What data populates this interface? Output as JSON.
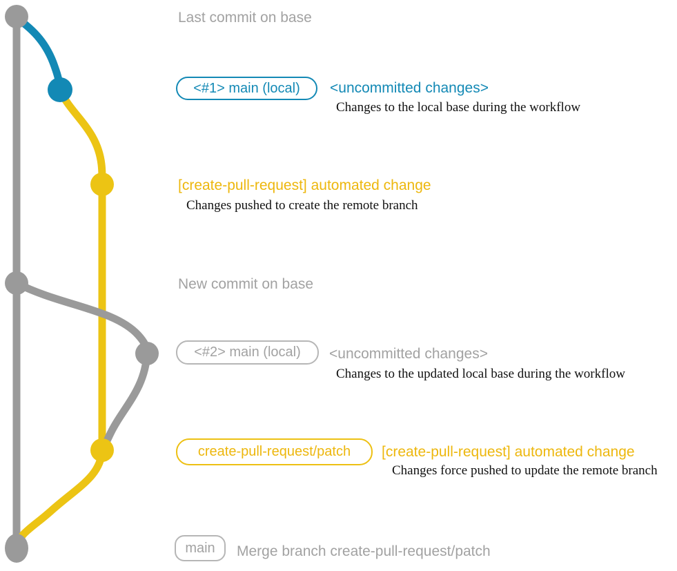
{
  "colors": {
    "gray_line": "#9a9a9a",
    "gray_text": "#a2a2a2",
    "gray_badge_border": "#b6b6b6",
    "blue": "#1389b5",
    "yellow_line": "#ecc414",
    "yellow_text": "#edb70d",
    "description_text": "#111111",
    "background": "#ffffff"
  },
  "graph": {
    "branches": [
      {
        "id": "base",
        "color": "gray"
      },
      {
        "id": "local-main",
        "color": "blue"
      },
      {
        "id": "create-pull-request-patch",
        "color": "yellow"
      }
    ],
    "commits": [
      {
        "id": "base-last-commit",
        "branch": "base",
        "color": "gray",
        "annotation": "Last commit on base"
      },
      {
        "id": "local-main-1",
        "branch": "local-main",
        "color": "blue",
        "badge": "<#1> main (local)"
      },
      {
        "id": "patch-commit-1",
        "branch": "create-pull-request-patch",
        "color": "yellow",
        "annotation": "[create-pull-request] automated change"
      },
      {
        "id": "base-new-commit",
        "branch": "base",
        "color": "gray",
        "annotation": "New commit on base"
      },
      {
        "id": "local-main-2",
        "branch": "local-main",
        "color": "gray",
        "badge": "<#2> main (local)"
      },
      {
        "id": "patch-commit-2",
        "branch": "create-pull-request-patch",
        "color": "yellow",
        "badge": "create-pull-request/patch"
      },
      {
        "id": "merge-commit",
        "branch": "base",
        "color": "gray",
        "badge": "main",
        "annotation": "Merge branch create-pull-request/patch"
      }
    ]
  },
  "rows": {
    "row1": {
      "note": "Last commit on base"
    },
    "row2": {
      "badge": "<#1> main (local)",
      "title": "<uncommitted changes>",
      "description": "Changes to the local base during the workflow"
    },
    "row3": {
      "title": "[create-pull-request] automated change",
      "description": "Changes pushed to create the remote branch"
    },
    "row4": {
      "note": "New commit on base"
    },
    "row5": {
      "badge": "<#2> main (local)",
      "title": "<uncommitted changes>",
      "description": "Changes to the updated local base during the workflow"
    },
    "row6": {
      "badge": "create-pull-request/patch",
      "title": "[create-pull-request] automated change",
      "description": "Changes force pushed to update the remote branch"
    },
    "row7": {
      "badge": "main",
      "note": "Merge branch create-pull-request/patch"
    }
  }
}
